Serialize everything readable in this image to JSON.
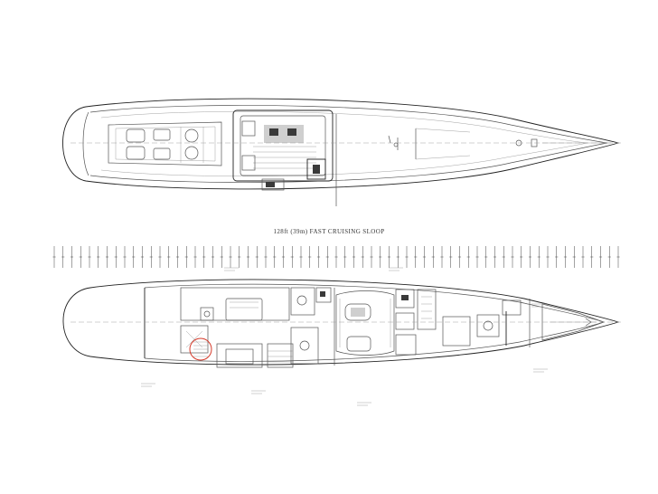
{
  "drawing": {
    "title": "128ft (39m) FAST CRUISING SLOOP",
    "views": [
      "deck-plan",
      "accommodation-plan"
    ],
    "frame_count": 65,
    "colors": {
      "line": "#555555",
      "background": "#ffffff",
      "highlight": "#d63a2a"
    }
  }
}
